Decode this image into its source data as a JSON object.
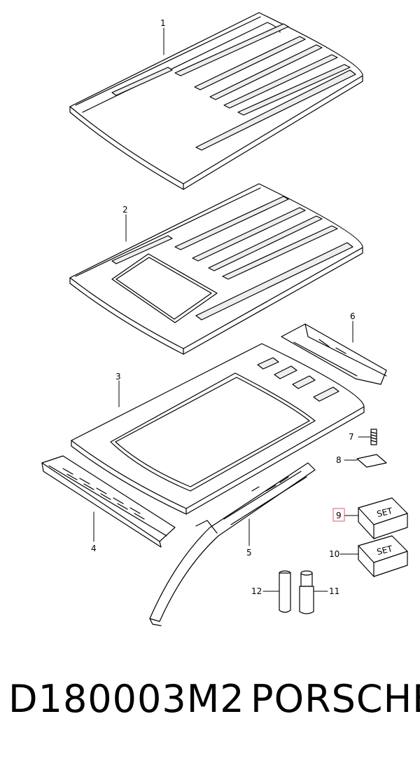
{
  "diagram": {
    "callouts": {
      "p1": "1",
      "p2": "2",
      "p3": "3",
      "p4": "4",
      "p5": "5",
      "p6": "6",
      "p7": "7",
      "p8": "8",
      "p9": "9",
      "p10": "10",
      "p11": "11",
      "p12": "12"
    },
    "set_label": "SET",
    "highlight_color": "#e05a6a"
  },
  "footer": {
    "code": "D180003M2",
    "brand": "PORSCHE"
  }
}
